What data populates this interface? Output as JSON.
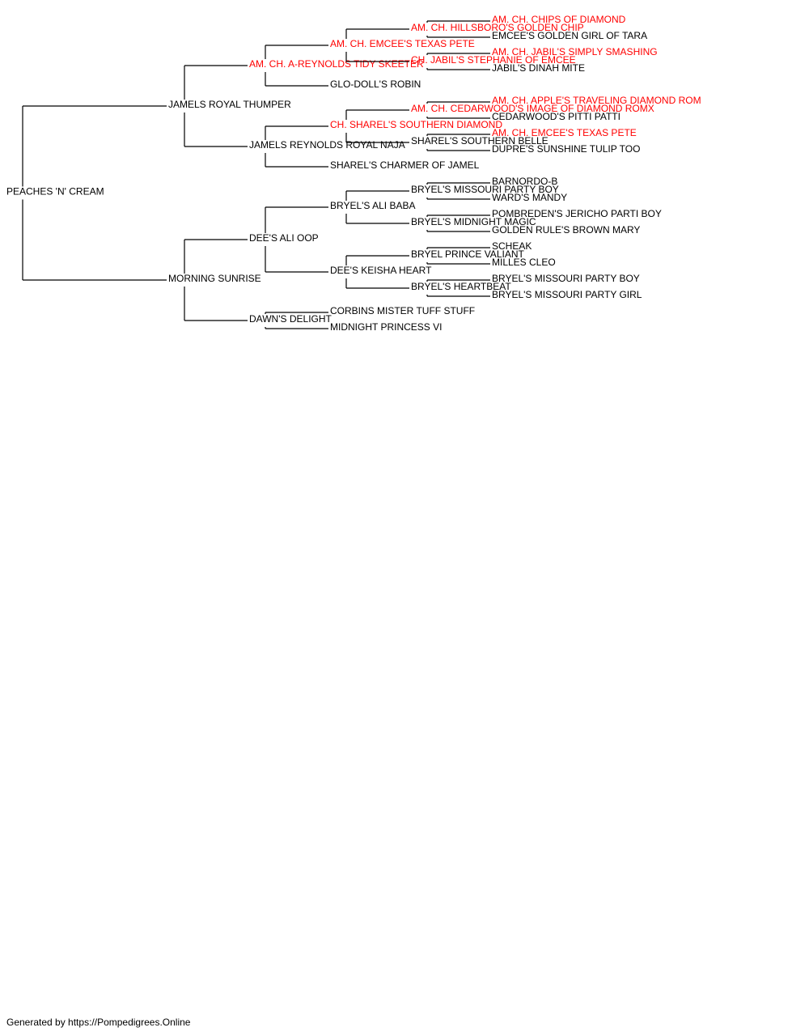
{
  "colors": {
    "champion": "#ff0000",
    "normal": "#000000",
    "line": "#000000"
  },
  "tree": {
    "name": "PEACHES 'N' CREAM",
    "champion": false,
    "children": [
      {
        "name": "JAMELS ROYAL THUMPER",
        "champion": false,
        "children": [
          {
            "name": "AM. CH. A-REYNOLDS TIDY SKEETER",
            "champion": true,
            "children": [
              {
                "name": "AM. CH. EMCEE'S TEXAS PETE",
                "champion": true,
                "children": [
                  {
                    "name": "AM. CH. HILLSBORO'S GOLDEN CHIP",
                    "champion": true,
                    "children": [
                      {
                        "name": "AM. CH. CHIPS OF DIAMOND",
                        "champion": true
                      },
                      {
                        "name": "EMCEE'S GOLDEN GIRL OF TARA",
                        "champion": false
                      }
                    ]
                  },
                  {
                    "name": "CH. JABIL'S STEPHANIE OF EMCEE",
                    "champion": true,
                    "children": [
                      {
                        "name": "AM. CH. JABIL'S SIMPLY SMASHING",
                        "champion": true
                      },
                      {
                        "name": "JABIL'S DINAH MITE",
                        "champion": false
                      }
                    ]
                  }
                ]
              },
              {
                "name": "GLO-DOLL'S ROBIN",
                "champion": false
              }
            ]
          },
          {
            "name": "JAMELS REYNOLDS ROYAL NAJA",
            "champion": false,
            "children": [
              {
                "name": "CH. SHAREL'S SOUTHERN DIAMOND",
                "champion": true,
                "children": [
                  {
                    "name": "AM. CH. CEDARWOOD'S IMAGE OF DIAMOND ROMX",
                    "champion": true,
                    "children": [
                      {
                        "name": "AM. CH. APPLE'S TRAVELING DIAMOND ROM",
                        "champion": true
                      },
                      {
                        "name": "CEDARWOOD'S PITTI PATTI",
                        "champion": false
                      }
                    ]
                  },
                  {
                    "name": "SHAREL'S SOUTHERN BELLE",
                    "champion": false,
                    "children": [
                      {
                        "name": "AM. CH. EMCEE'S TEXAS PETE",
                        "champion": true
                      },
                      {
                        "name": "DUPRE'S SUNSHINE TULIP TOO",
                        "champion": false
                      }
                    ]
                  }
                ]
              },
              {
                "name": "SHAREL'S CHARMER OF JAMEL",
                "champion": false
              }
            ]
          }
        ]
      },
      {
        "name": "MORNING SUNRISE",
        "champion": false,
        "children": [
          {
            "name": "DEE'S ALI OOP",
            "champion": false,
            "children": [
              {
                "name": "BRYEL'S ALI BABA",
                "champion": false,
                "children": [
                  {
                    "name": "BRYEL'S MISSOURI PARTY BOY",
                    "champion": false,
                    "children": [
                      {
                        "name": "BARNORDO-B",
                        "champion": false
                      },
                      {
                        "name": "WARD'S MANDY",
                        "champion": false
                      }
                    ]
                  },
                  {
                    "name": "BRYEL'S MIDNIGHT MAGIC",
                    "champion": false,
                    "children": [
                      {
                        "name": "POMBREDEN'S JERICHO PARTI BOY",
                        "champion": false
                      },
                      {
                        "name": "GOLDEN RULE'S BROWN MARY",
                        "champion": false
                      }
                    ]
                  }
                ]
              },
              {
                "name": "DEE'S KEISHA HEART",
                "champion": false,
                "children": [
                  {
                    "name": "BRYEL PRINCE VALIANT",
                    "champion": false,
                    "children": [
                      {
                        "name": "SCHEAK",
                        "champion": false
                      },
                      {
                        "name": "MILLES CLEO",
                        "champion": false
                      }
                    ]
                  },
                  {
                    "name": "BRYEL'S HEARTBEAT",
                    "champion": false,
                    "children": [
                      {
                        "name": "BRYEL'S MISSOURI PARTY BOY",
                        "champion": false
                      },
                      {
                        "name": "BRYEL'S MISSOURI PARTY GIRL",
                        "champion": false
                      }
                    ]
                  }
                ]
              }
            ]
          },
          {
            "name": "DAWN'S DELIGHT",
            "champion": false,
            "children": [
              {
                "name": "CORBINS MISTER TUFF STUFF",
                "champion": false
              },
              {
                "name": "MIDNIGHT PRINCESS VI",
                "champion": false
              }
            ]
          }
        ]
      }
    ]
  },
  "footer": {
    "text": "Generated by https://Pompedigrees.Online"
  }
}
